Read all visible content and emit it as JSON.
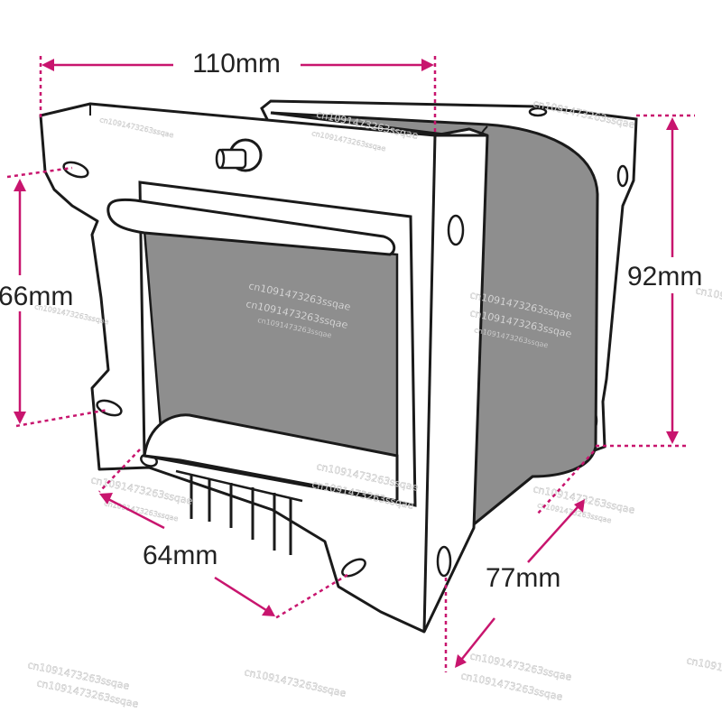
{
  "figure": {
    "dimension_color": "#c8156e",
    "core_color": "#8e8e8e",
    "frame_color": "#ffffff",
    "outline_color": "#1a1a1a"
  },
  "dimensions": {
    "width": "110mm",
    "height_frame": "66mm",
    "height_total": "92mm",
    "depth_bracket": "64mm",
    "depth_total": "77mm"
  },
  "watermark": {
    "text": "cn1091473263ssqae"
  }
}
